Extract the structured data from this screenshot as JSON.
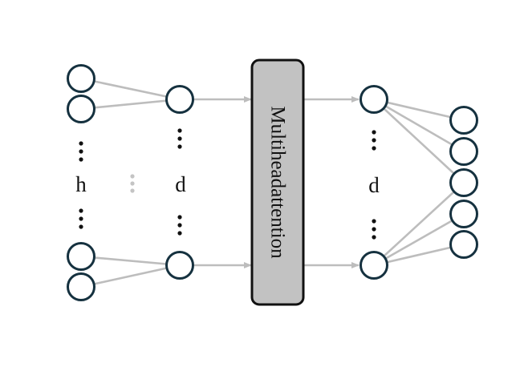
{
  "diagram": {
    "labels": {
      "h": "h",
      "d_left": "d",
      "d_right": "d"
    },
    "block": {
      "label": "Multiheadattention"
    }
  }
}
